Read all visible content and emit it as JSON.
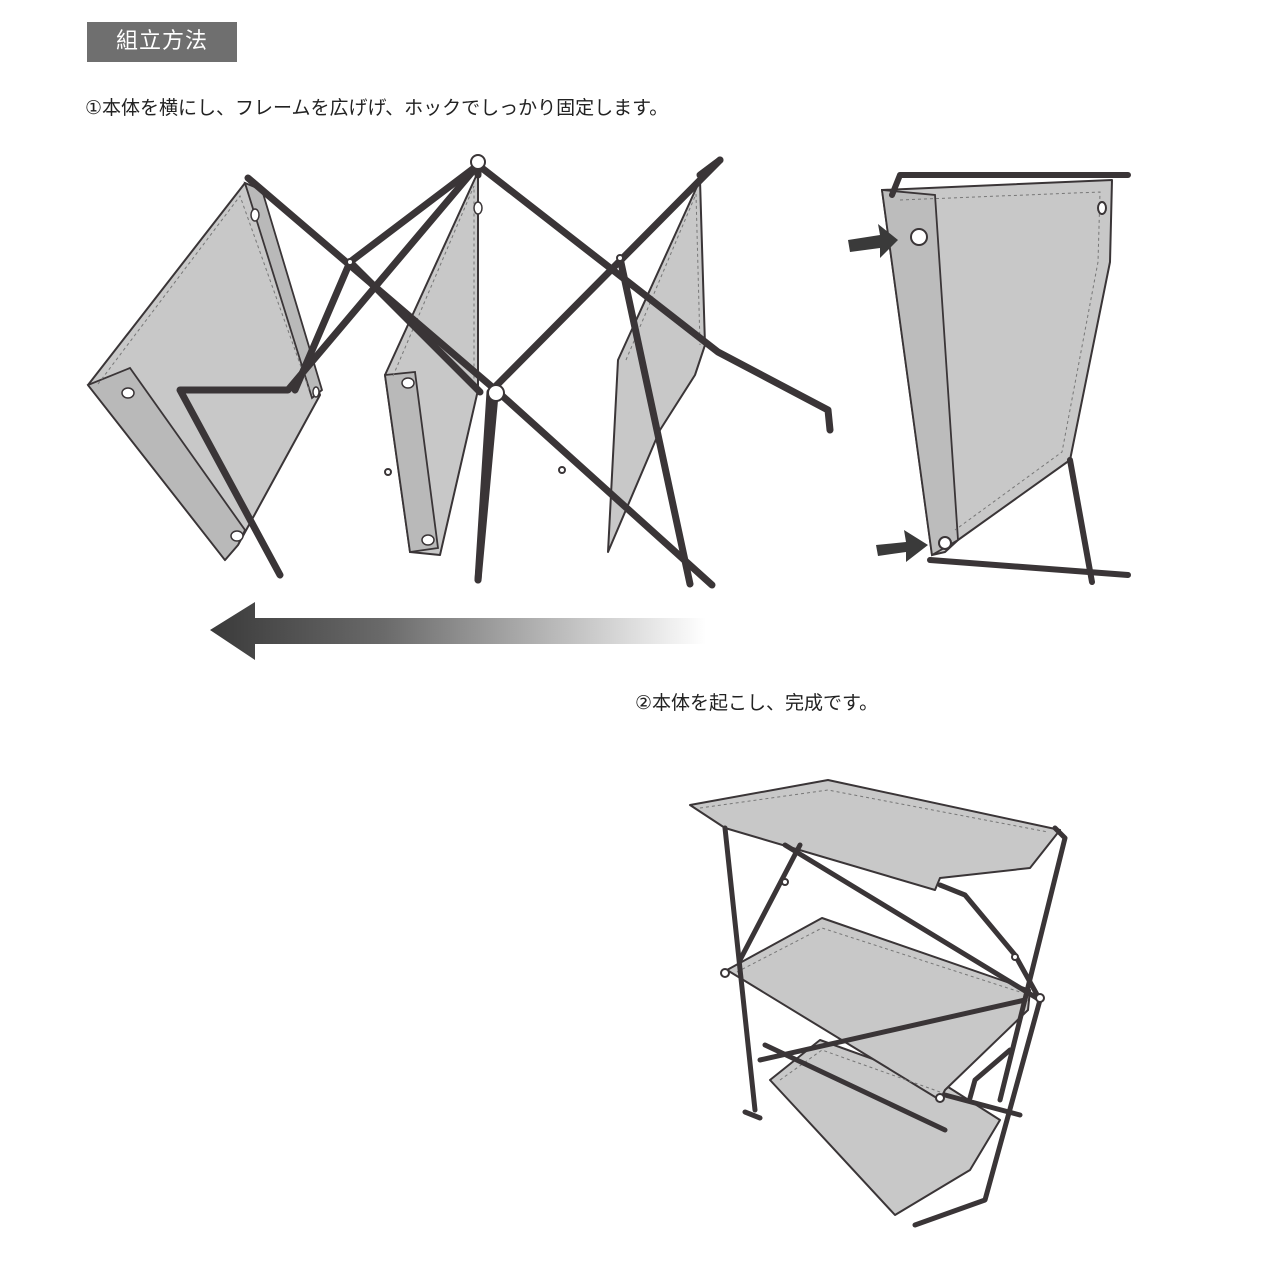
{
  "header": {
    "title": "組立方法"
  },
  "steps": [
    {
      "text": "①本体を横にし、フレームを広げげ、ホックでしっかり固定します。"
    },
    {
      "text": "②本体を起こし、完成です。"
    }
  ],
  "colors": {
    "badge": "#6f6f6f",
    "frame": "#3a3537",
    "cloth": "#c8c8c8",
    "arrow": "#454545"
  }
}
